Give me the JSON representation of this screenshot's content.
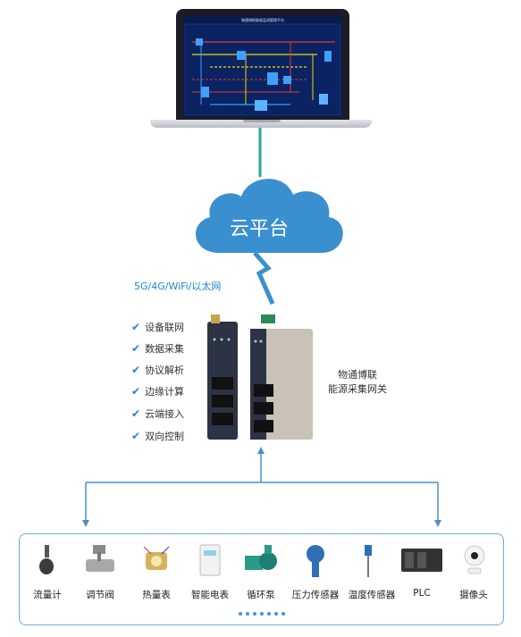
{
  "laptop": {
    "screen_title": "物通博联能耗监测管理平台"
  },
  "cloud": {
    "label": "云平台"
  },
  "network": {
    "label": "5G/4G/WiFi/以太网"
  },
  "features": [
    "设备联网",
    "数据采集",
    "协议解析",
    "边缘计算",
    "云端接入",
    "双向控制"
  ],
  "gateway": {
    "line1": "物通博联",
    "line2": "能源采集网关"
  },
  "devices": [
    {
      "label": "流量计",
      "icon": "flowmeter-icon"
    },
    {
      "label": "调节阀",
      "icon": "valve-icon"
    },
    {
      "label": "热量表",
      "icon": "heat-meter-icon"
    },
    {
      "label": "智能电表",
      "icon": "electric-meter-icon"
    },
    {
      "label": "循环泵",
      "icon": "pump-icon"
    },
    {
      "label": "压力传感器",
      "icon": "pressure-sensor-icon"
    },
    {
      "label": "温度传感器",
      "icon": "temperature-sensor-icon"
    },
    {
      "label": "PLC",
      "icon": "plc-icon"
    },
    {
      "label": "摄像头",
      "icon": "camera-icon"
    }
  ],
  "colors": {
    "accent": "#4a90c8",
    "cloud": "#3a8fcf",
    "connector": "#2aa5a0"
  }
}
